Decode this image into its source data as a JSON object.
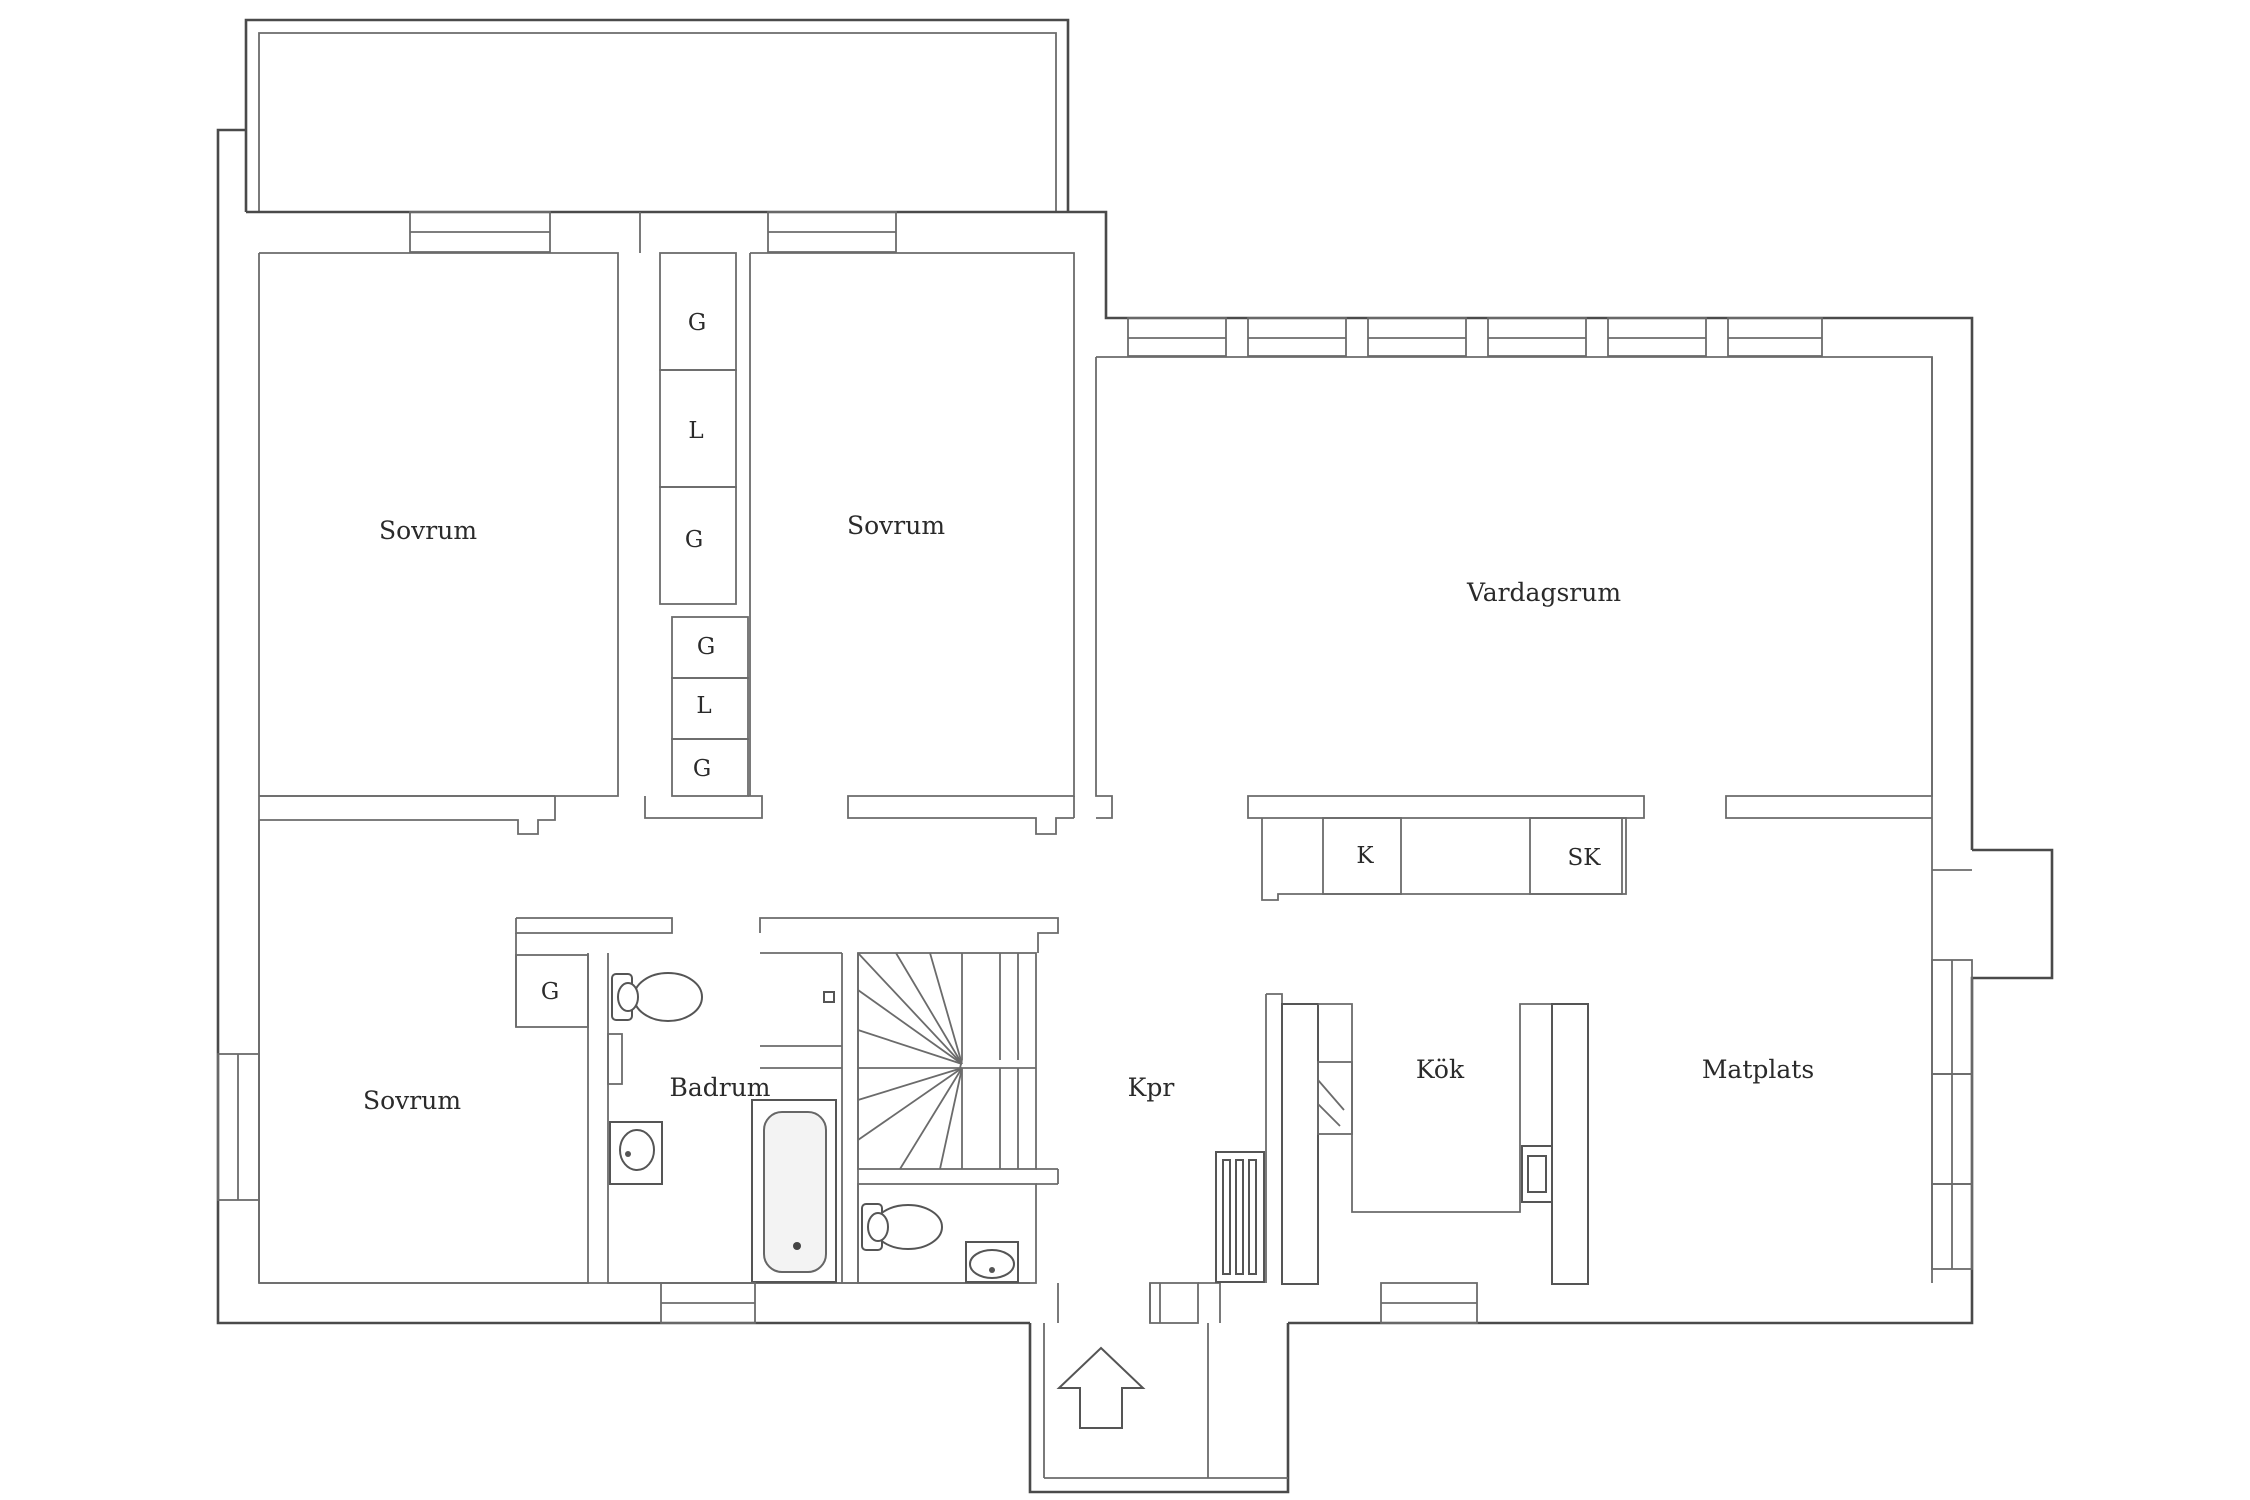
{
  "rooms": {
    "sovrum_top_left": "Sovrum",
    "sovrum_top_middle": "Sovrum",
    "sovrum_bottom_left": "Sovrum",
    "vardagsrum": "Vardagsrum",
    "badrum": "Badrum",
    "kpr": "Kpr",
    "kok": "Kök",
    "matplats": "Matplats"
  },
  "units": {
    "wardrobe_1": "G",
    "wardrobe_2": "L",
    "wardrobe_3": "G",
    "wardrobe_4": "G",
    "wardrobe_5": "L",
    "wardrobe_6": "G",
    "wardrobe_7": "G",
    "fridge": "K",
    "freezer": "SK"
  },
  "icons": {
    "entrance": "arrow-up-icon"
  },
  "colors": {
    "wall": "#4a4a4a",
    "background": "#ffffff"
  }
}
